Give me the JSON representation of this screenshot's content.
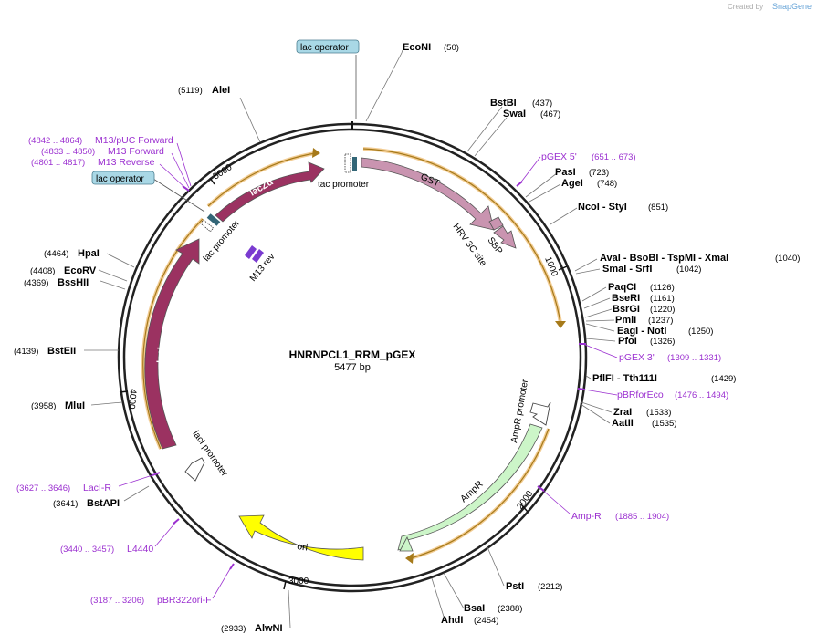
{
  "credit": {
    "created_by": "Created by",
    "brand": "SnapGene"
  },
  "plasmid": {
    "name": "HNRNPCL1_RRM_pGEX",
    "length": "5477 bp"
  },
  "ticks": {
    "t1000": "1000",
    "t2000": "2000",
    "t3000": "3000",
    "t4000": "4000",
    "t5000": "5000"
  },
  "features": {
    "gst": "GST",
    "hrv": "HRV 3C site",
    "sbp": "SBP",
    "tac_promoter": "tac promoter",
    "lac_operator_top": "lac operator",
    "lac_operator_left": "lac operator",
    "lacza": "lacZα",
    "lac_promoter": "lac promoter",
    "m13rev": "M13 rev",
    "laci": "lacI",
    "laci_promoter": "lacI promoter",
    "ori": "ori",
    "ampr": "AmpR",
    "ampr_promoter": "AmpR promoter"
  },
  "sites": {
    "econi": {
      "name": "EcoNI",
      "pos": "(50)"
    },
    "bstbi": {
      "name": "BstBI",
      "pos": "(437)"
    },
    "swai": {
      "name": "SwaI",
      "pos": "(467)"
    },
    "pasi": {
      "name": "PasI",
      "pos": "(723)"
    },
    "agei": {
      "name": "AgeI",
      "pos": "(748)"
    },
    "ncoi": {
      "name": "NcoI   - StyI",
      "pos": "(851)"
    },
    "avai": {
      "name": "AvaI   - BsoBI   - TspMI   - XmaI",
      "pos": "(1040)"
    },
    "smai": {
      "name": "SmaI   - SrfI",
      "pos": "(1042)"
    },
    "paqci": {
      "name": "PaqCI",
      "pos": "(1126)"
    },
    "bseri": {
      "name": "BseRI",
      "pos": "(1161)"
    },
    "bsrgi": {
      "name": "BsrGI",
      "pos": "(1220)"
    },
    "pmli": {
      "name": "PmlI",
      "pos": "(1237)"
    },
    "eagi": {
      "name": "EagI   - NotI",
      "pos": "(1250)"
    },
    "pfoi": {
      "name": "PfoI",
      "pos": "(1326)"
    },
    "pflfi": {
      "name": "PflFI   - Tth111I",
      "pos": "(1429)"
    },
    "zrai": {
      "name": "ZraI",
      "pos": "(1533)"
    },
    "aatii": {
      "name": "AatII",
      "pos": "(1535)"
    },
    "psti": {
      "name": "PstI",
      "pos": "(2212)"
    },
    "bsai": {
      "name": "BsaI",
      "pos": "(2388)"
    },
    "ahdi": {
      "name": "AhdI",
      "pos": "(2454)"
    },
    "alwni": {
      "name": "AlwNI",
      "pos": "(2933)"
    },
    "bstapi": {
      "name": "BstAPI",
      "pos": "(3641)"
    },
    "mlui": {
      "name": "MluI",
      "pos": "(3958)"
    },
    "bsteii": {
      "name": "BstEII",
      "pos": "(4139)"
    },
    "bsshii": {
      "name": "BssHII",
      "pos": "(4369)"
    },
    "ecorv": {
      "name": "EcoRV",
      "pos": "(4408)"
    },
    "hpai": {
      "name": "HpaI",
      "pos": "(4464)"
    },
    "alei": {
      "name": "AleI",
      "pos": "(5119)"
    }
  },
  "primers": {
    "pgex5": {
      "name": "pGEX 5'",
      "pos": "(651 .. 673)"
    },
    "pgex3": {
      "name": "pGEX 3'",
      "pos": "(1309 .. 1331)"
    },
    "pbrfor": {
      "name": "pBRforEco",
      "pos": "(1476 .. 1494)"
    },
    "ampr": {
      "name": "Amp-R",
      "pos": "(1885 .. 1904)"
    },
    "pbr322": {
      "name": "pBR322ori-F",
      "pos": "(3187 .. 3206)"
    },
    "l4440": {
      "name": "L4440",
      "pos": "(3440 .. 3457)"
    },
    "lacir": {
      "name": "LacI-R",
      "pos": "(3627 .. 3646)"
    },
    "m13rev": {
      "name": "M13 Reverse",
      "pos": "(4801 .. 4817)"
    },
    "m13fwd": {
      "name": "M13 Forward",
      "pos": "(4833 .. 4850)"
    },
    "m13puc": {
      "name": "M13/pUC Forward",
      "pos": "(4842 .. 4864)"
    }
  }
}
